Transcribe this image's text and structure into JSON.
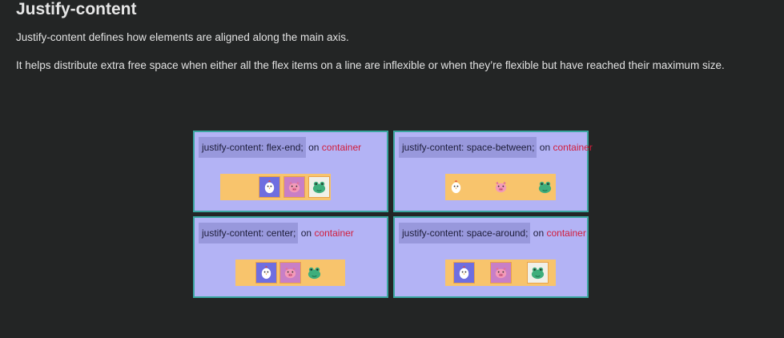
{
  "header": {
    "title": "Justify-content"
  },
  "intro": {
    "line1": "Justify-content defines how elements are aligned along the main axis.",
    "line2": "It helps distribute extra free space when either all the flex items on a line are inflexible or when they’re flexible but have reached their maximum size."
  },
  "panels": [
    {
      "code": "justify-content: flex-end;",
      "on": "on",
      "target": "container"
    },
    {
      "code": "justify-content: space-between;",
      "on": "on",
      "target": "container"
    },
    {
      "code": "justify-content: center;",
      "on": "on",
      "target": "container"
    },
    {
      "code": "justify-content: space-around;",
      "on": "on",
      "target": "container"
    }
  ],
  "colors": {
    "background": "#232525",
    "panel": "#b3b3f5",
    "panel_border": "#3aa6a0",
    "code_highlight": "#9898dc",
    "keyword": "#d11d3c",
    "container": "#f8c46c"
  },
  "icons": [
    "chick-icon",
    "pig-icon",
    "frog-icon"
  ]
}
